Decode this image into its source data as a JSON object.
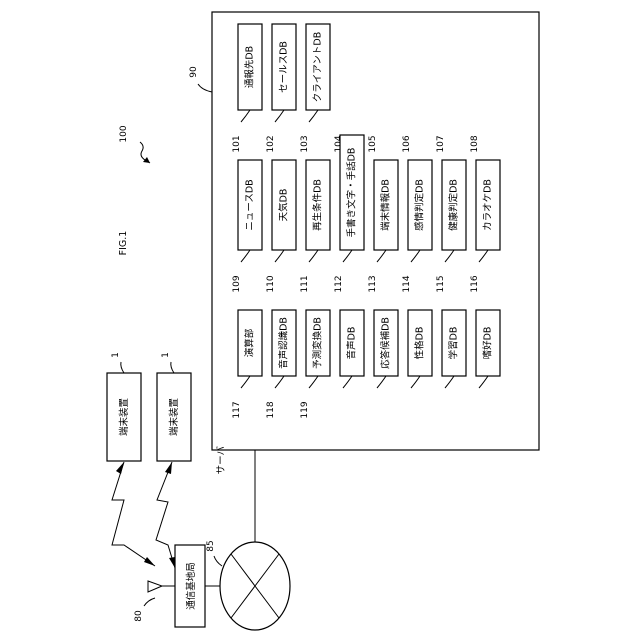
{
  "figure_label": "FIG.1",
  "system_ref": "100",
  "server": {
    "label": "サーバ",
    "ref": "90"
  },
  "terminals": [
    {
      "label": "端末装置",
      "ref": "1"
    },
    {
      "label": "端末装置",
      "ref": "1"
    }
  ],
  "base_station": {
    "label": "通信基地局",
    "ref": "80"
  },
  "network_ref": "85",
  "databases": [
    {
      "ref": "101",
      "label": "演算部"
    },
    {
      "ref": "102",
      "label": "音声認識DB"
    },
    {
      "ref": "103",
      "label": "予測変換DB"
    },
    {
      "ref": "104",
      "label": "音声DB"
    },
    {
      "ref": "105",
      "label": "応答候補DB"
    },
    {
      "ref": "106",
      "label": "性格DB"
    },
    {
      "ref": "107",
      "label": "学習DB"
    },
    {
      "ref": "108",
      "label": "嗜好DB"
    },
    {
      "ref": "109",
      "label": "ニュースDB"
    },
    {
      "ref": "110",
      "label": "天気DB"
    },
    {
      "ref": "111",
      "label": "再生条件DB"
    },
    {
      "ref": "112",
      "label": "手書き文字・手話DB"
    },
    {
      "ref": "113",
      "label": "端末情報DB"
    },
    {
      "ref": "114",
      "label": "感情判定DB"
    },
    {
      "ref": "115",
      "label": "健康判定DB"
    },
    {
      "ref": "116",
      "label": "カラオケDB"
    },
    {
      "ref": "117",
      "label": "通報先DB"
    },
    {
      "ref": "118",
      "label": "セールスDB"
    },
    {
      "ref": "119",
      "label": "クライアントDB"
    }
  ]
}
